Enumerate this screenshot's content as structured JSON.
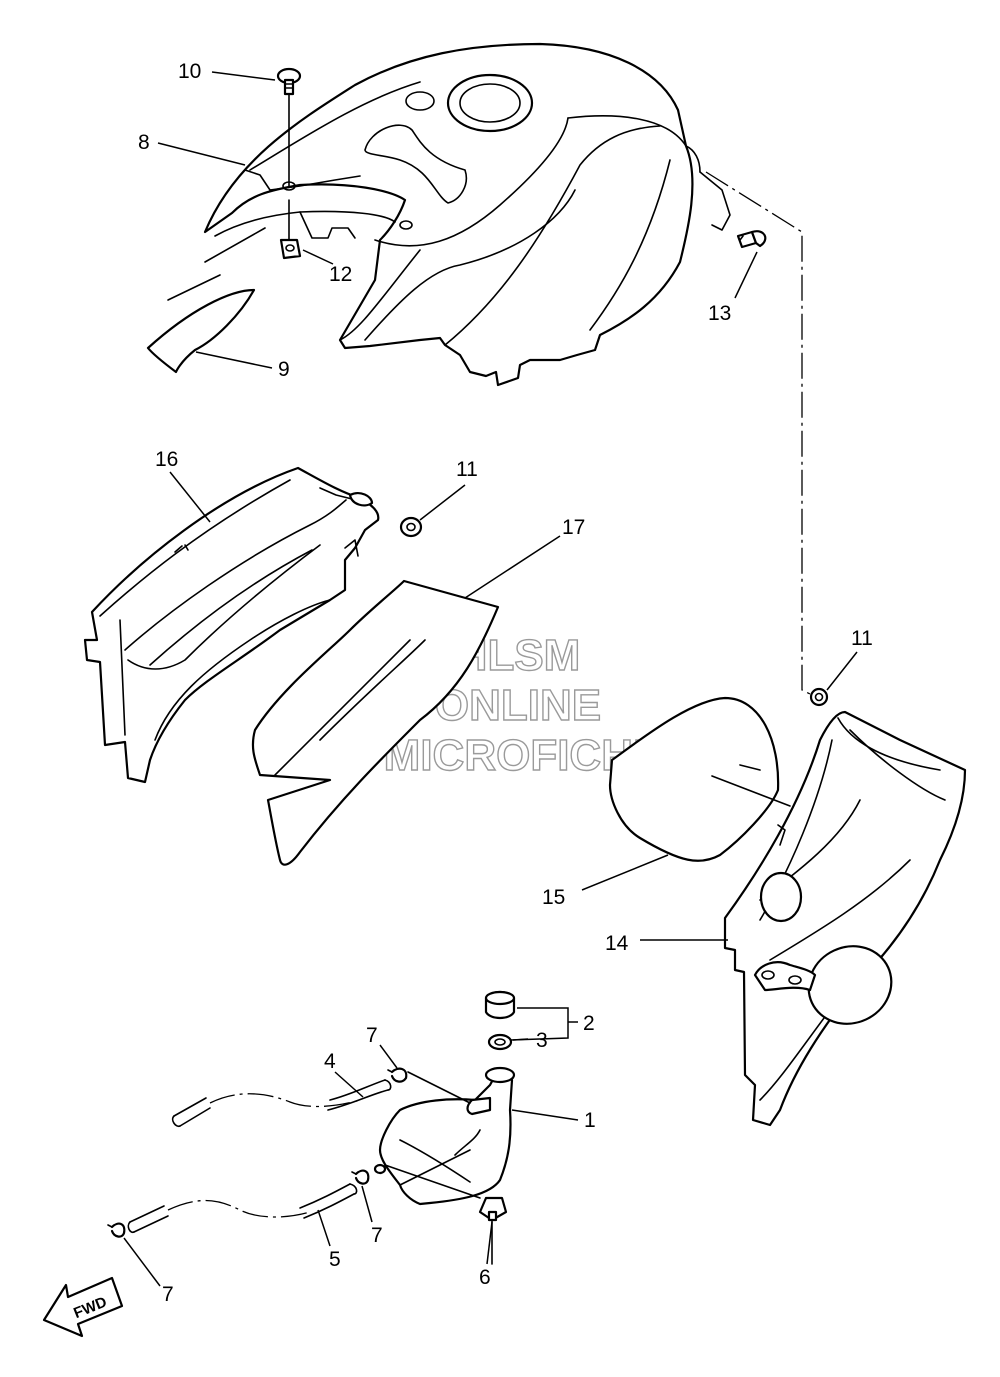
{
  "watermark": {
    "line1": "HLSM",
    "line2": "ONLINE",
    "line3": "MICROFICHE",
    "color": "#9a9a9a"
  },
  "direction_marker": "FWD",
  "callouts": {
    "c10": "10",
    "c8": "8",
    "c12": "12",
    "c9": "9",
    "c13": "13",
    "c16": "16",
    "c11a": "11",
    "c17": "17",
    "c11b": "11",
    "c15": "15",
    "c14": "14",
    "c2": "2",
    "c3": "3",
    "c7a": "7",
    "c4": "4",
    "c1": "1",
    "c7b": "7",
    "c5": "5",
    "c6": "6",
    "c7c": "7"
  }
}
